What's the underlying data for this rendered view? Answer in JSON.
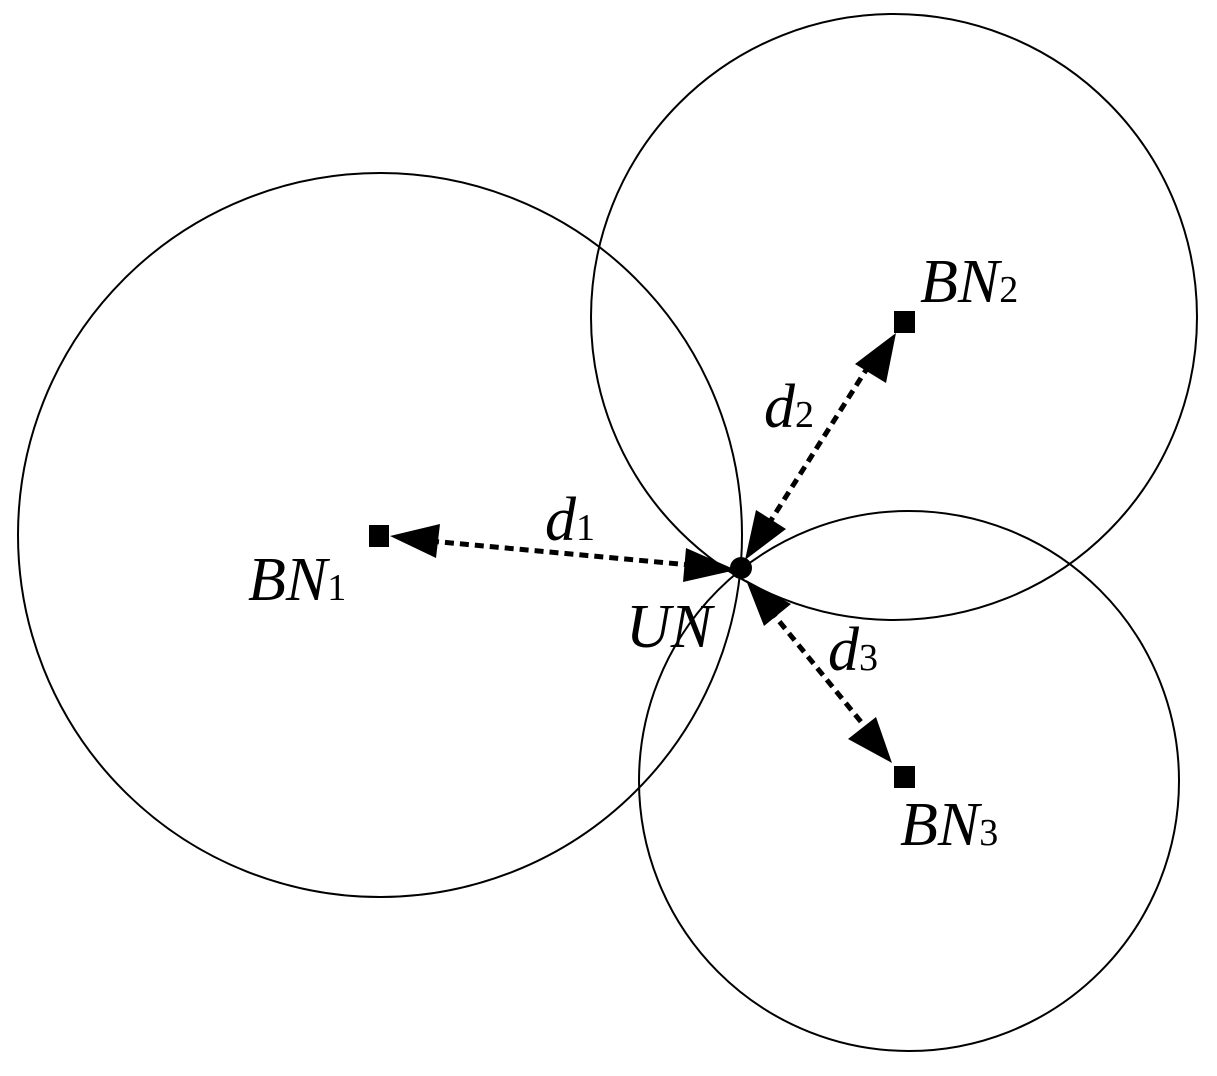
{
  "nodes": {
    "bn1": {
      "label_main": "BN",
      "label_sub": "1"
    },
    "bn2": {
      "label_main": "BN",
      "label_sub": "2"
    },
    "bn3": {
      "label_main": "BN",
      "label_sub": "3"
    },
    "un": {
      "label": "UN"
    }
  },
  "distances": {
    "d1": {
      "label_main": "d",
      "label_sub": "1"
    },
    "d2": {
      "label_main": "d",
      "label_sub": "2"
    },
    "d3": {
      "label_main": "d",
      "label_sub": "3"
    }
  },
  "colors": {
    "stroke": "#000000",
    "background": "#ffffff"
  }
}
